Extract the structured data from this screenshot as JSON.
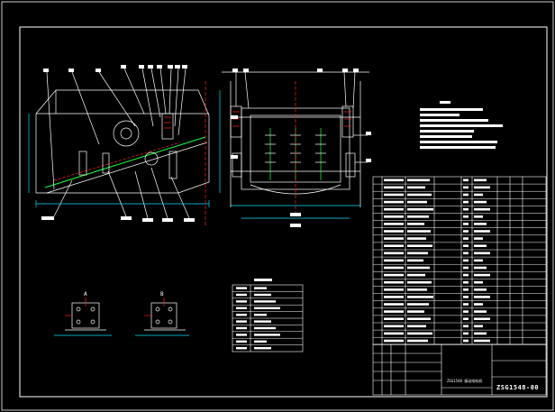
{
  "drawing": {
    "title_block": {
      "drawing_number": "ZSG1548-00",
      "title": "ZSG1548 振动给料机"
    },
    "section_labels": [
      "A",
      "B"
    ],
    "colors": {
      "background": "#000000",
      "line": "#ffffff",
      "red_line": "#ff2020",
      "green_line": "#20ff40",
      "cyan_line": "#00e0ff",
      "yellow_line": "#ffff40"
    }
  }
}
